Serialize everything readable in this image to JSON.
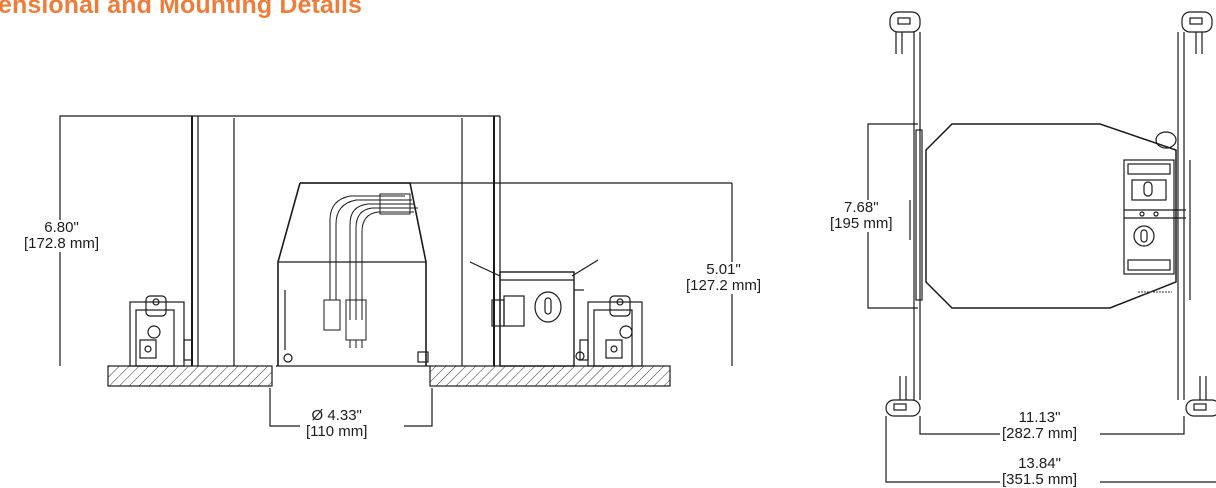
{
  "title": "ensional and Mounting Details",
  "colors": {
    "accent": "#ef7d3a",
    "line": "#1a1a1a"
  },
  "left_view": {
    "height_dim": {
      "imperial": "6.80\"",
      "metric": "[172.8 mm]"
    },
    "housing_dim": {
      "imperial": "5.01\"",
      "metric": "[127.2 mm]"
    },
    "aperture_dim": {
      "imperial": "Ø 4.33\"",
      "metric": "[110 mm]"
    }
  },
  "right_view": {
    "height_dim": {
      "imperial": "7.68\"",
      "metric": "[195 mm]"
    },
    "inner_width_dim": {
      "imperial": "11.13\"",
      "metric": "[282.7 mm]"
    },
    "outer_width_dim": {
      "imperial": "13.84\"",
      "metric": "[351.5 mm]"
    }
  }
}
